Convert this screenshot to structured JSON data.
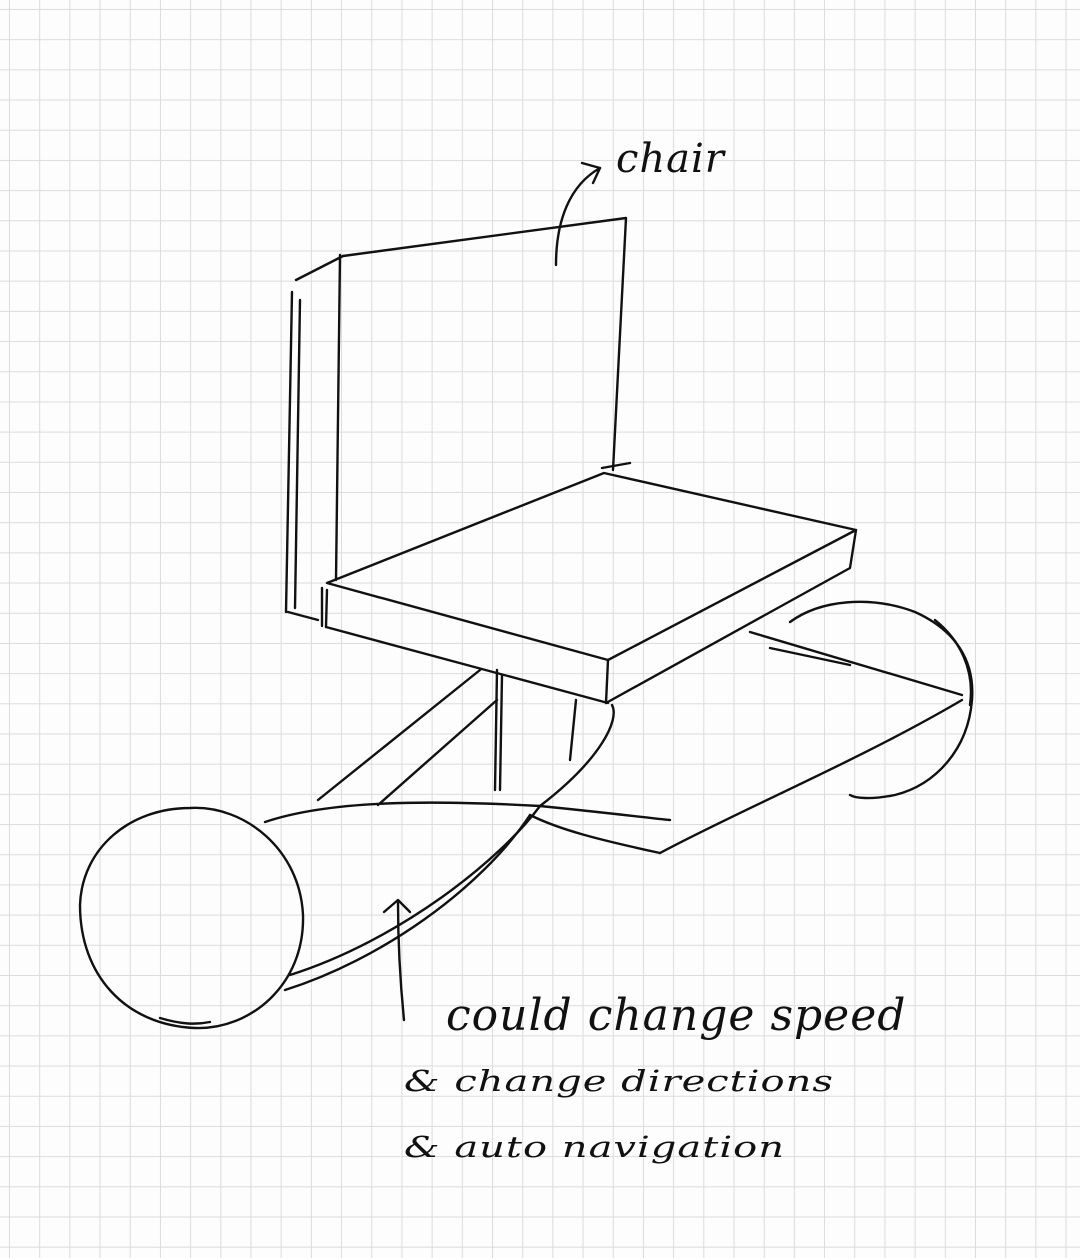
{
  "annotations": {
    "chair": "chair",
    "line1": "could change speed",
    "line2": "& change directions",
    "line3": "& auto navigation"
  }
}
